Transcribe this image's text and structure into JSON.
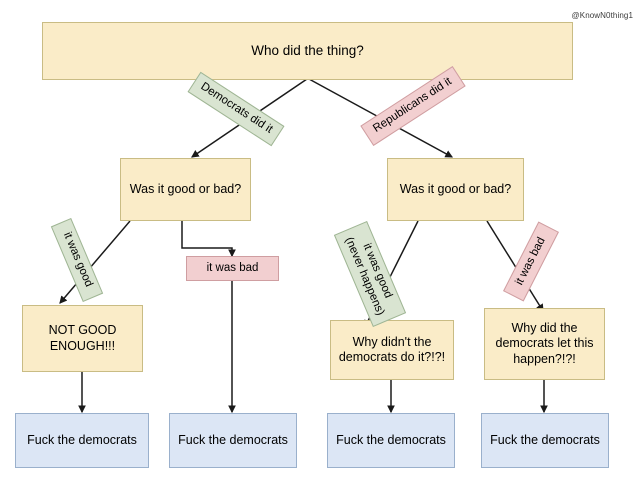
{
  "meta": {
    "title": "Who did the thing? political flowchart meme",
    "watermark": "@KnowN0thing1",
    "background_color": "#ffffff"
  },
  "palette": {
    "cream_fill": "#faecc8",
    "cream_border": "#c9bc84",
    "blue_fill": "#dce6f5",
    "blue_border": "#9ab0cc",
    "pink_fill": "#f2cfd0",
    "pink_border": "#cf9ea1",
    "green_fill": "#d9e4d1",
    "green_border": "#9fb594",
    "edge_color": "#1a1a1a",
    "text_color": "#000000"
  },
  "nodes": {
    "root": {
      "text": "Who did the thing?",
      "shape": "rectangle",
      "fill": "cream"
    },
    "left_question": {
      "text": "Was it good or bad?",
      "shape": "rectangle",
      "fill": "cream"
    },
    "right_question": {
      "text": "Was it good or bad?",
      "shape": "rectangle",
      "fill": "cream"
    },
    "not_good_enough": {
      "text": "NOT GOOD\nENOUGH!!!",
      "shape": "rectangle",
      "fill": "cream"
    },
    "why_didnt": {
      "text": "Why didn't the\ndemocrats do it?!?!",
      "shape": "rectangle",
      "fill": "cream"
    },
    "why_did_let": {
      "text": "Why did the\ndemocrats let this\nhappen?!?!",
      "shape": "rectangle",
      "fill": "cream"
    },
    "outcome_1": {
      "text": "Fuck the democrats",
      "shape": "rectangle",
      "fill": "blue"
    },
    "outcome_2": {
      "text": "Fuck the democrats",
      "shape": "rectangle",
      "fill": "blue"
    },
    "outcome_3": {
      "text": "Fuck the democrats",
      "shape": "rectangle",
      "fill": "blue"
    },
    "outcome_4": {
      "text": "Fuck the democrats",
      "shape": "rectangle",
      "fill": "blue"
    }
  },
  "edge_labels": {
    "democrats_did_it": {
      "text": "Democrats did it",
      "fill": "green",
      "rotation_deg": 33
    },
    "republicans_did_it": {
      "text": "Republicans did it",
      "fill": "pink",
      "rotation_deg": -33
    },
    "left_it_was_good": {
      "text": "it was good",
      "fill": "green",
      "rotation_deg": 67
    },
    "left_it_was_bad": {
      "text": "it was bad",
      "fill": "pink",
      "rotation_deg": 0
    },
    "right_it_was_good": {
      "text": "it was good\n(never happens)",
      "fill": "green",
      "rotation_deg": 67
    },
    "right_it_was_bad": {
      "text": "it was bad",
      "fill": "pink",
      "rotation_deg": -63
    }
  },
  "chart_data": {
    "type": "diagram",
    "diagram_type": "flowchart",
    "title": "Who did the thing?",
    "nodes": [
      {
        "id": "root",
        "label": "Who did the thing?",
        "level": 0,
        "fill": "#faecc8"
      },
      {
        "id": "left_question",
        "label": "Was it good or bad?",
        "level": 1,
        "fill": "#faecc8"
      },
      {
        "id": "right_question",
        "label": "Was it good or bad?",
        "level": 1,
        "fill": "#faecc8"
      },
      {
        "id": "not_good_enough",
        "label": "NOT GOOD ENOUGH!!!",
        "level": 2,
        "fill": "#faecc8"
      },
      {
        "id": "why_didnt",
        "label": "Why didn't the democrats do it?!?!",
        "level": 2,
        "fill": "#faecc8"
      },
      {
        "id": "why_did_let",
        "label": "Why did the democrats let this happen?!?!",
        "level": 2,
        "fill": "#faecc8"
      },
      {
        "id": "outcome_1",
        "label": "Fuck the democrats",
        "level": 3,
        "fill": "#dce6f5"
      },
      {
        "id": "outcome_2",
        "label": "Fuck the democrats",
        "level": 3,
        "fill": "#dce6f5"
      },
      {
        "id": "outcome_3",
        "label": "Fuck the democrats",
        "level": 3,
        "fill": "#dce6f5"
      },
      {
        "id": "outcome_4",
        "label": "Fuck the democrats",
        "level": 3,
        "fill": "#dce6f5"
      }
    ],
    "edges": [
      {
        "from": "root",
        "to": "left_question",
        "label": "Democrats did it"
      },
      {
        "from": "root",
        "to": "right_question",
        "label": "Republicans did it"
      },
      {
        "from": "left_question",
        "to": "not_good_enough",
        "label": "it was good"
      },
      {
        "from": "left_question",
        "to": "outcome_2",
        "label": "it was bad"
      },
      {
        "from": "right_question",
        "to": "why_didnt",
        "label": "it was good (never happens)"
      },
      {
        "from": "right_question",
        "to": "why_did_let",
        "label": "it was bad"
      },
      {
        "from": "not_good_enough",
        "to": "outcome_1",
        "label": ""
      },
      {
        "from": "why_didnt",
        "to": "outcome_3",
        "label": ""
      },
      {
        "from": "why_did_let",
        "to": "outcome_4",
        "label": ""
      }
    ]
  }
}
